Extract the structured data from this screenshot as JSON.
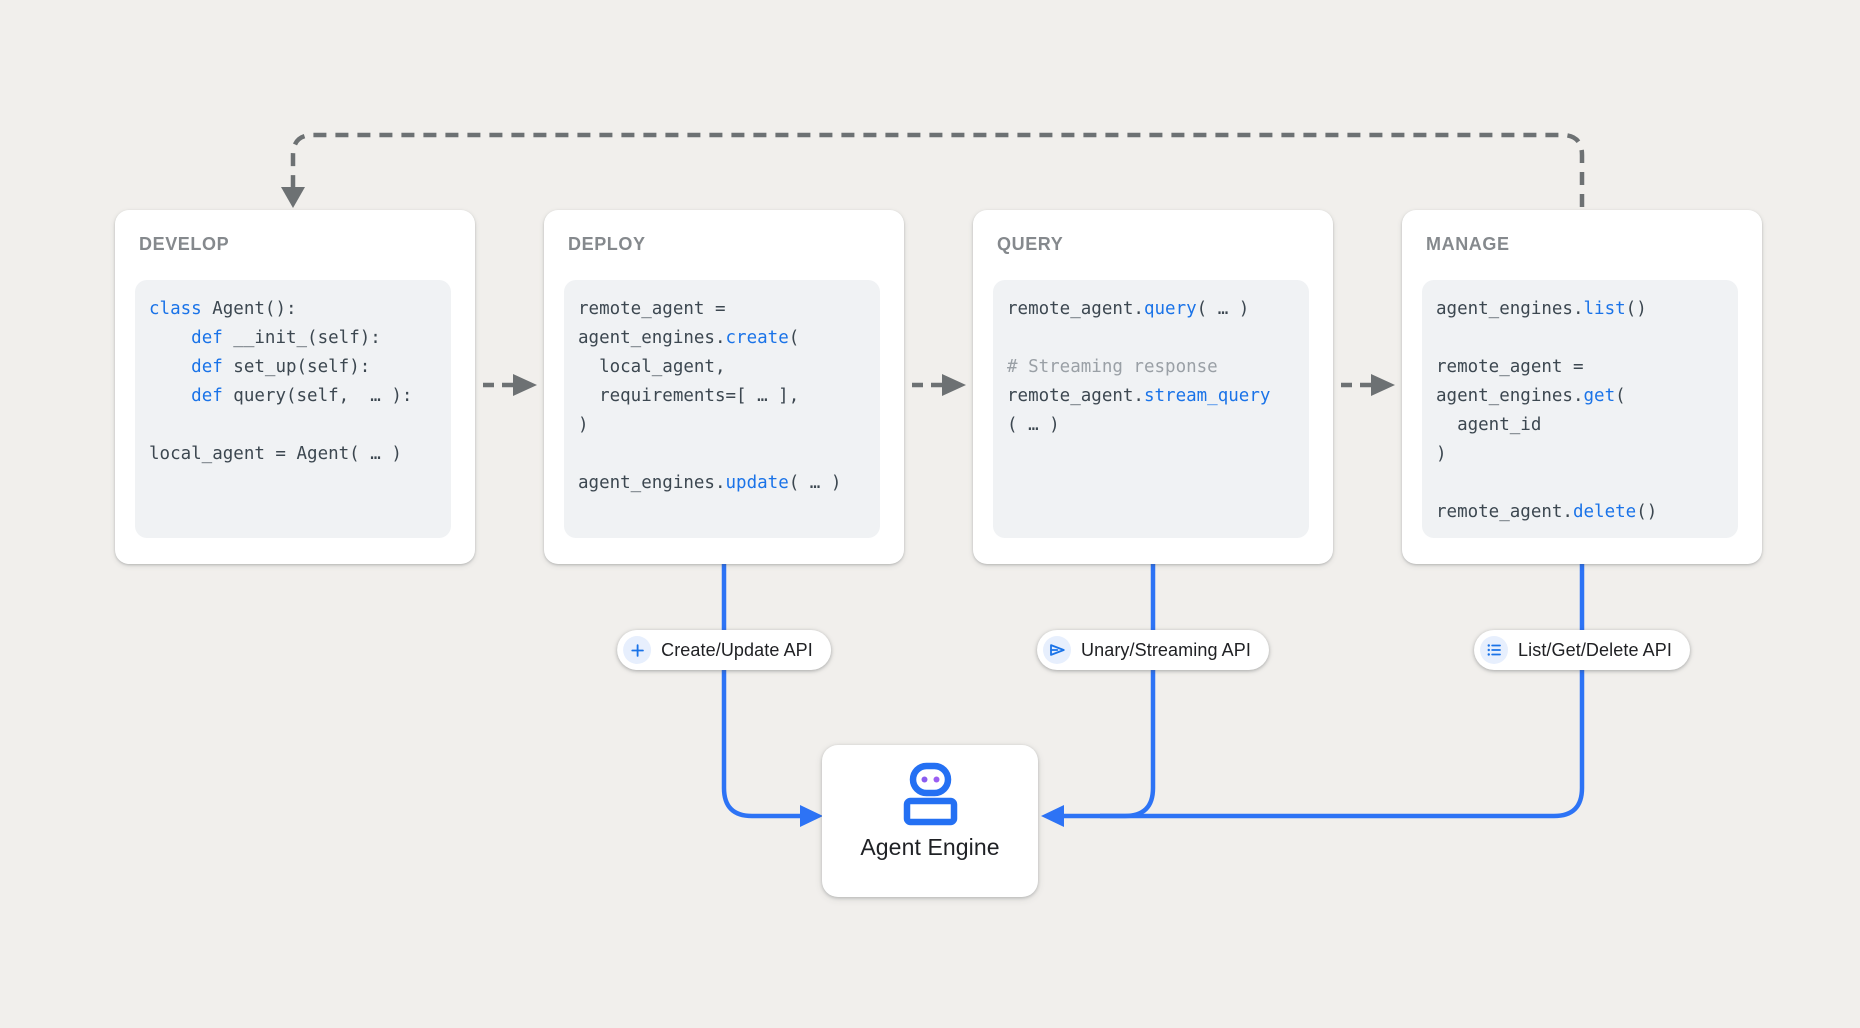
{
  "colors": {
    "background": "#f1efec",
    "card_bg": "#ffffff",
    "code_bg": "#f0f2f4",
    "code_text": "#3c4750",
    "keyword_blue": "#1a73e8",
    "comment_gray": "#9aa0a6",
    "title_gray": "#85898d",
    "dashed_gray": "#6d7173",
    "connector_blue": "#2d73f5",
    "badge_icon_bg": "#e7effd",
    "badge_text": "#202124",
    "robot_gradient_start": "#a264f2",
    "robot_gradient_end": "#2470f3"
  },
  "cards": [
    {
      "title": "DEVELOP",
      "code": [
        [
          {
            "t": "class",
            "s": "k"
          },
          {
            "t": " Agent():",
            "s": "p"
          }
        ],
        [
          {
            "t": "    ",
            "s": "p"
          },
          {
            "t": "def",
            "s": "k"
          },
          {
            "t": " __init_(self):",
            "s": "p"
          }
        ],
        [
          {
            "t": "    ",
            "s": "p"
          },
          {
            "t": "def",
            "s": "k"
          },
          {
            "t": " set_up(self):",
            "s": "p"
          }
        ],
        [
          {
            "t": "    ",
            "s": "p"
          },
          {
            "t": "def",
            "s": "k"
          },
          {
            "t": " query(self,  … ):",
            "s": "p"
          }
        ],
        [],
        [
          {
            "t": "local_agent = Agent( … )",
            "s": "p"
          }
        ]
      ]
    },
    {
      "title": "DEPLOY",
      "code": [
        [
          {
            "t": "remote_agent =",
            "s": "p"
          }
        ],
        [
          {
            "t": "agent_engines.",
            "s": "p"
          },
          {
            "t": "create",
            "s": "k"
          },
          {
            "t": "(",
            "s": "p"
          }
        ],
        [
          {
            "t": "  local_agent,",
            "s": "p"
          }
        ],
        [
          {
            "t": "  requirements=[ … ],",
            "s": "p"
          }
        ],
        [
          {
            "t": ")",
            "s": "p"
          }
        ],
        [],
        [
          {
            "t": "agent_engines.",
            "s": "p"
          },
          {
            "t": "update",
            "s": "k"
          },
          {
            "t": "( … )",
            "s": "p"
          }
        ]
      ]
    },
    {
      "title": "QUERY",
      "code": [
        [
          {
            "t": "remote_agent.",
            "s": "p"
          },
          {
            "t": "query",
            "s": "k"
          },
          {
            "t": "( … )",
            "s": "p"
          }
        ],
        [],
        [
          {
            "t": "# Streaming response",
            "s": "c"
          }
        ],
        [
          {
            "t": "remote_agent.",
            "s": "p"
          },
          {
            "t": "stream_query",
            "s": "k"
          }
        ],
        [
          {
            "t": "( … )",
            "s": "p"
          }
        ]
      ]
    },
    {
      "title": "MANAGE",
      "code": [
        [
          {
            "t": "agent_engines.",
            "s": "p"
          },
          {
            "t": "list",
            "s": "k"
          },
          {
            "t": "()",
            "s": "p"
          }
        ],
        [],
        [
          {
            "t": "remote_agent =",
            "s": "p"
          }
        ],
        [
          {
            "t": "agent_engines.",
            "s": "p"
          },
          {
            "t": "get",
            "s": "k"
          },
          {
            "t": "(",
            "s": "p"
          }
        ],
        [
          {
            "t": "  agent_id",
            "s": "p"
          }
        ],
        [
          {
            "t": ")",
            "s": "p"
          }
        ],
        [],
        [
          {
            "t": "remote_agent.",
            "s": "p"
          },
          {
            "t": "delete",
            "s": "k"
          },
          {
            "t": "()",
            "s": "p"
          }
        ]
      ]
    }
  ],
  "badges": [
    {
      "icon": "plus-icon",
      "label": "Create/Update API"
    },
    {
      "icon": "send-icon",
      "label": "Unary/Streaming API"
    },
    {
      "icon": "list-icon",
      "label": "List/Get/Delete API"
    }
  ],
  "engine": {
    "icon": "robot-icon",
    "label": "Agent Engine"
  }
}
